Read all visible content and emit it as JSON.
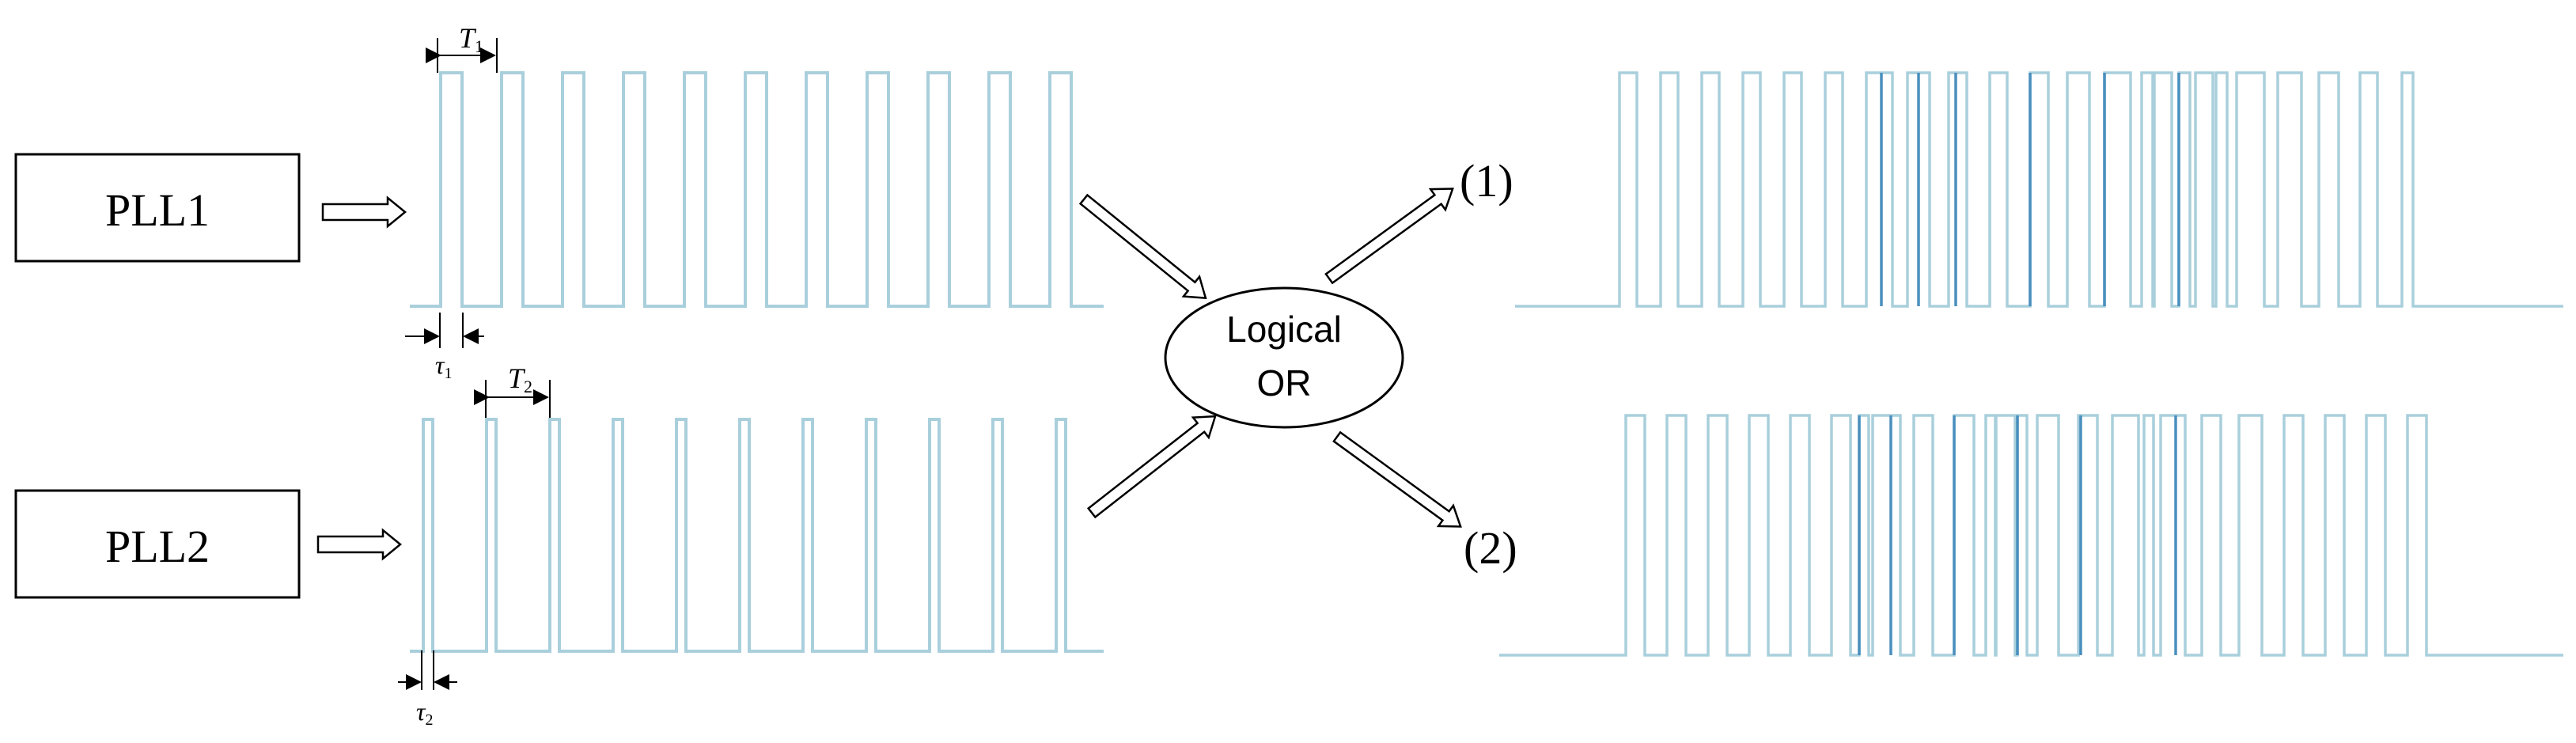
{
  "blocks": {
    "pll1": "PLL1",
    "pll2": "PLL2",
    "logic_line1": "Logical",
    "logic_line2": "OR"
  },
  "outputs": {
    "out1": "(1)",
    "out2": "(2)"
  },
  "annotations": {
    "T1": "T",
    "T1_sub": "1",
    "tau1": "τ",
    "tau1_sub": "1",
    "T2": "T",
    "T2_sub": "2",
    "tau2": "τ",
    "tau2_sub": "2"
  },
  "colors": {
    "signal_light": "#a9cfdc",
    "signal_dark": "#4a8fbe",
    "ink": "#000000"
  }
}
